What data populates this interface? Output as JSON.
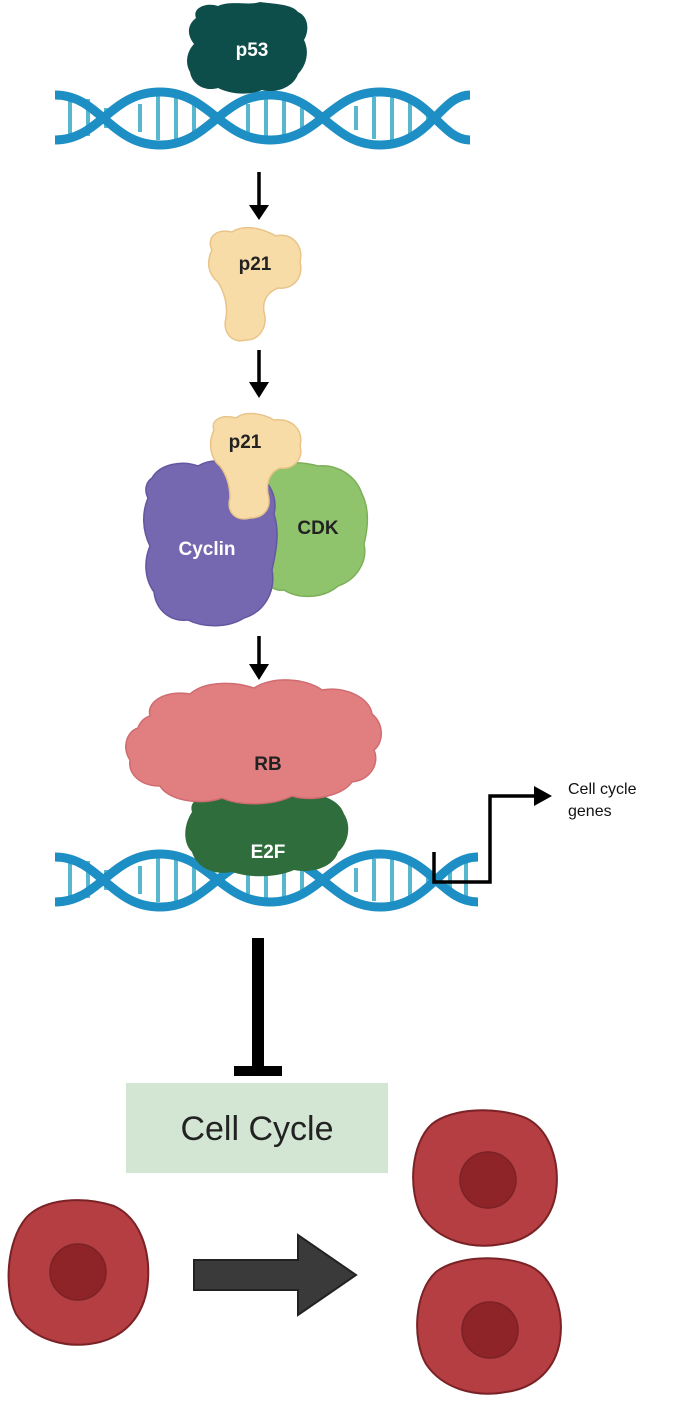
{
  "proteins": {
    "p53": "p53",
    "p21_free": "p21",
    "p21_bound": "p21",
    "cyclin": "Cyclin",
    "cdk": "CDK",
    "rb": "RB",
    "e2f": "E2F"
  },
  "transcription_label": {
    "line1": "Cell cycle",
    "line2": "genes"
  },
  "cell_cycle_box": "Cell Cycle",
  "colors": {
    "dna_strand": "#1e8fc4",
    "dna_rung": "#56b7cf",
    "p53": "#0d4d4a",
    "p21": "#f8dca8",
    "cyclin": "#7567b0",
    "cdk": "#8fc46c",
    "rb": "#e07e80",
    "e2f": "#2f6e3c",
    "cell_outer": "#b43e42",
    "cell_inner": "#8e2428",
    "box_fill": "#d3e5d3",
    "arrow": "#000000"
  }
}
